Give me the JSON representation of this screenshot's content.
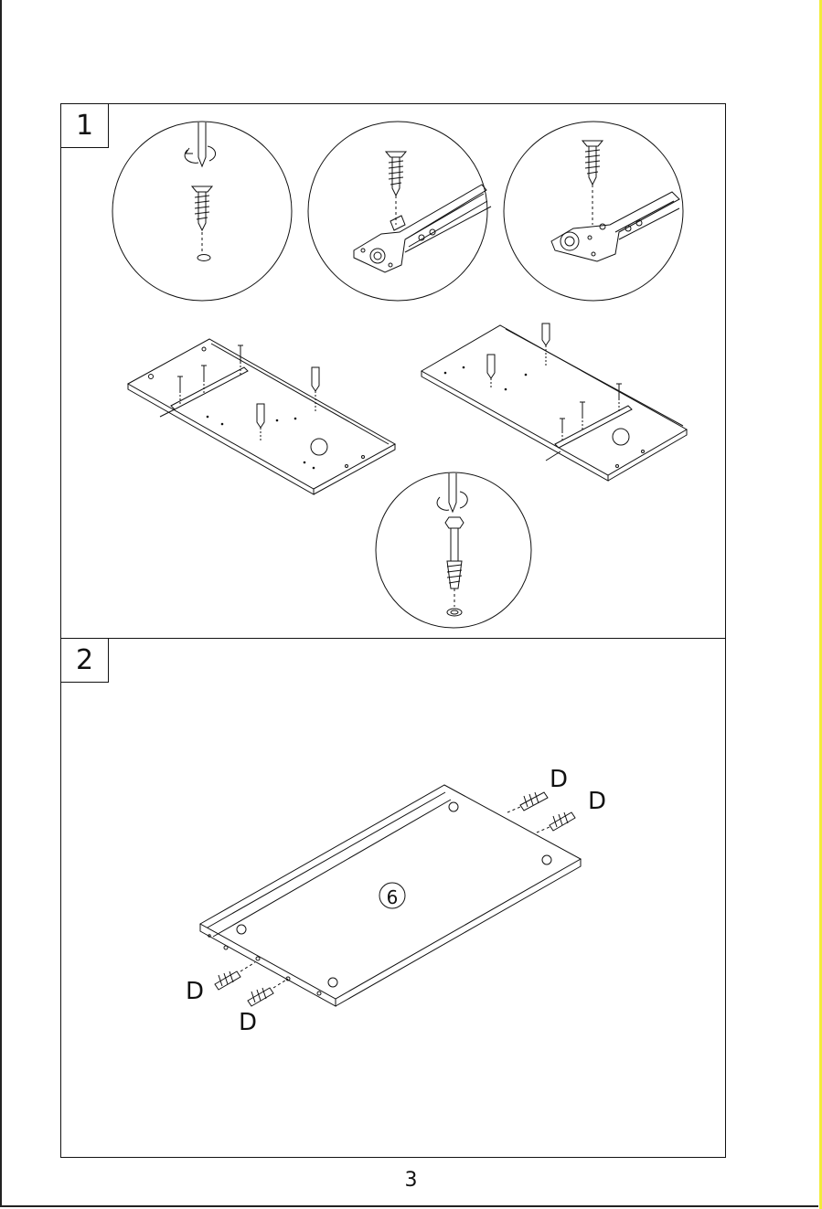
{
  "steps": [
    {
      "number": "1"
    },
    {
      "number": "2"
    }
  ],
  "step2": {
    "panel_label": "6",
    "dowel_label_1": "D",
    "dowel_label_2": "D",
    "dowel_label_3": "D",
    "dowel_label_4": "D"
  },
  "page_number": "3",
  "icons": [
    "screwdriver-icon",
    "screw-icon",
    "cam-bolt-icon",
    "drawer-runner-icon",
    "wooden-dowel-icon"
  ]
}
